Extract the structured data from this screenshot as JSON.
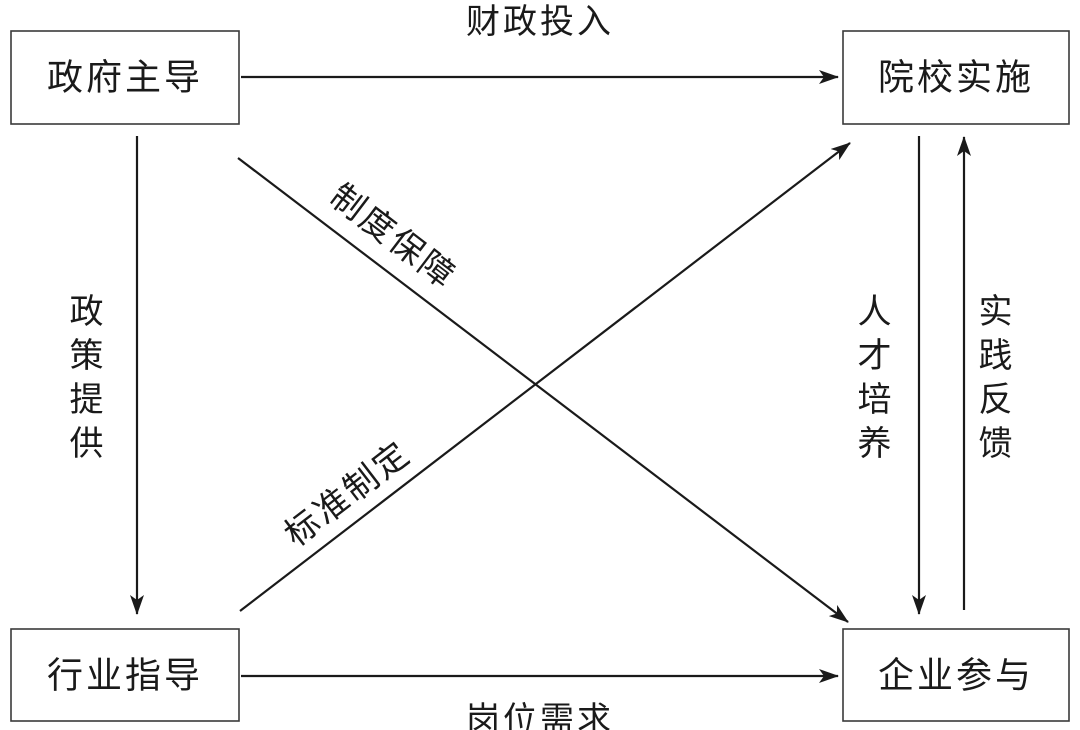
{
  "nodes": {
    "government": "政府主导",
    "college": "院校实施",
    "industry": "行业指导",
    "enterprise": "企业参与"
  },
  "edges": {
    "financial_input": "财政投入",
    "policy_provision": [
      "政",
      "策",
      "提",
      "供"
    ],
    "institutional_guarantee": "制度保障",
    "standard_setting": "标准制定",
    "talent_cultivation": [
      "人",
      "才",
      "培",
      "养"
    ],
    "practice_feedback": [
      "实",
      "践",
      "反",
      "馈"
    ],
    "job_demand": "岗位需求"
  },
  "colors": {
    "stroke": "#1a1a1a",
    "box_border": "#3a3a3a",
    "background": "#ffffff"
  }
}
